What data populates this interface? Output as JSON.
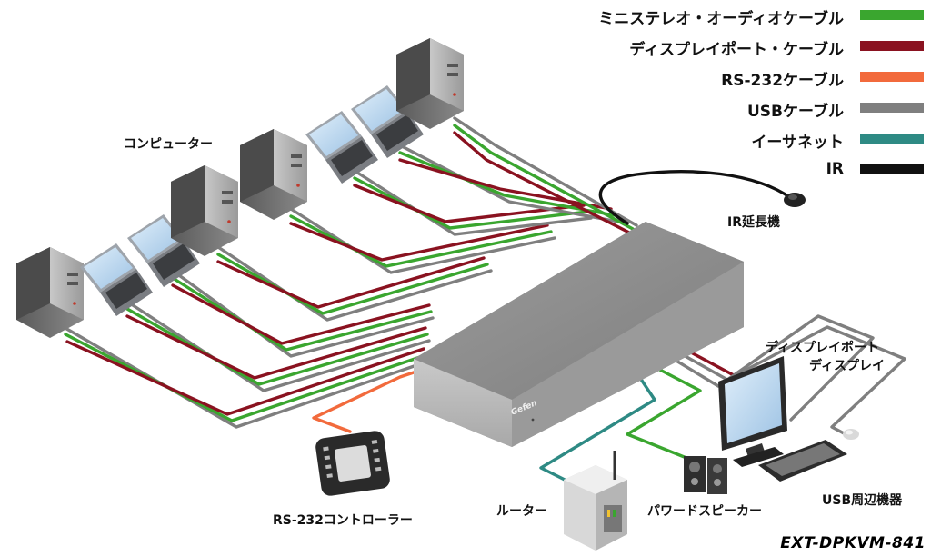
{
  "legend": [
    {
      "label": "ミニステレオ・オーディオケーブル",
      "color": "#3aa62f"
    },
    {
      "label": "ディスプレイポート・ケーブル",
      "color": "#8a1220"
    },
    {
      "label": "RS-232ケーブル",
      "color": "#f26a3c"
    },
    {
      "label": "USBケーブル",
      "color": "#7f7f7f"
    },
    {
      "label": "イーサネット",
      "color": "#2e8a84"
    },
    {
      "label": "IR",
      "color": "#111111"
    }
  ],
  "labels": {
    "computers": "コンピューター",
    "ir_extender": "IR延長機",
    "dp_display_line1": "ディスプレイポート",
    "dp_display_line2": "ディスプレイ",
    "usb_peripherals": "USB周辺機器",
    "speakers": "パワードスピーカー",
    "router": "ルーター",
    "rs232_controller": "RS-232コントローラー",
    "brand": "Gefen"
  },
  "model": "EXT-DPKVM-841"
}
